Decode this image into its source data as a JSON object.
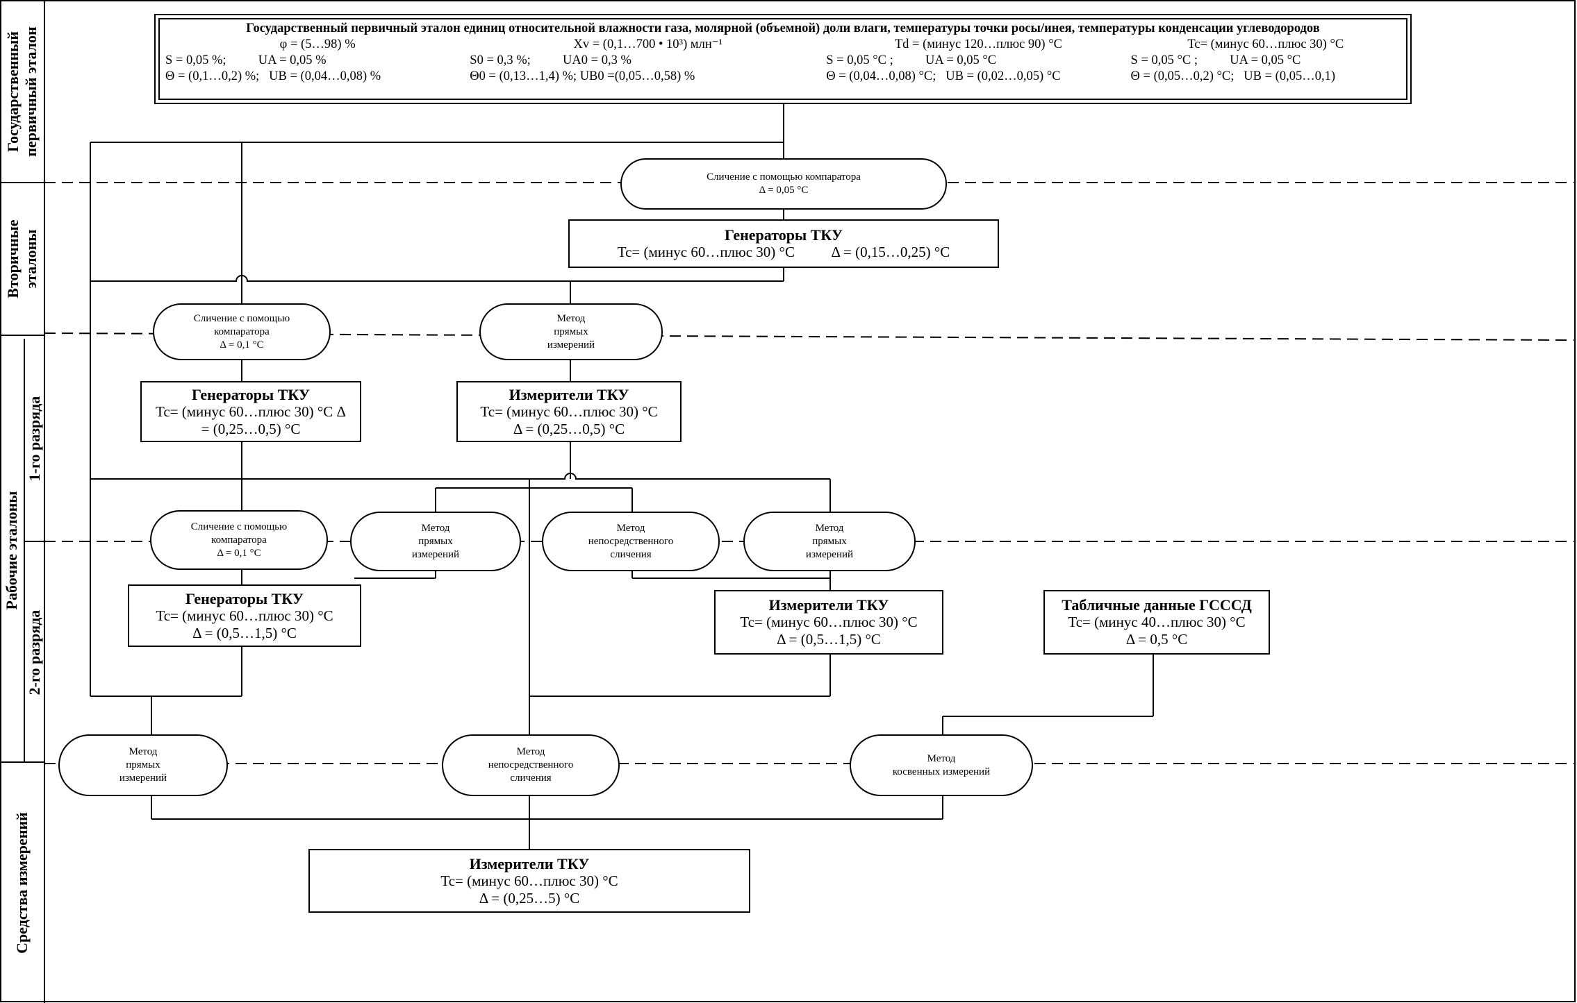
{
  "side_labels": {
    "primary": "Государственный\nпервичный эталон",
    "secondary": "Вторичные\nэталоны",
    "working": "Рабочие эталоны",
    "rank1": "1-го разряда",
    "rank2": "2-го разряда",
    "instruments": "Средства измерений"
  },
  "primary": {
    "title": "Государственный первичный эталон единиц относительной влажности газа, молярной (объемной) доли влаги, температуры точки росы/инея, температуры конденсации углеводородов",
    "ranges": [
      "φ = (5…98) %",
      "Xv = (0,1…700 • 10³) млн⁻¹",
      "Td = (минус 120…плюс 90) °С",
      "Tc= (минус 60…плюс 30) °С"
    ],
    "row_s_ua": [
      "S = 0,05 %;          UA = 0,05 %",
      "S0 = 0,3 %;          UA0 = 0,3 %",
      "S = 0,05 °С ;          UA = 0,05 °С",
      "S = 0,05 °С ;          UA = 0,05 °С"
    ],
    "row_theta_ub": [
      "Θ = (0,1…0,2) %;   UB = (0,04…0,08) %",
      "Θ0 = (0,13…1,4) %; UB0 =(0,05…0,58) %",
      "Θ = (0,04…0,08) °С;   UB = (0,02…0,05) °С",
      "Θ = (0,05…0,2) °С;   UB = (0,05…0,1)"
    ]
  },
  "methods": {
    "m1": [
      "Сличение с помощью компаратора",
      "Δ = 0,05 °С"
    ],
    "m2": [
      "Сличение с помощью",
      "компаратора",
      "Δ = 0,1 °С"
    ],
    "m3": [
      "Метод",
      "прямых",
      "измерений"
    ],
    "m4": [
      "Сличение с помощью",
      "компаратора",
      "Δ = 0,1 °С"
    ],
    "m5": [
      "Метод",
      "прямых",
      "измерений"
    ],
    "m6": [
      "Метод",
      "непосредственного",
      "сличения"
    ],
    "m7": [
      "Метод",
      "прямых",
      "измерений"
    ],
    "m8": [
      "Метод",
      "прямых",
      "измерений"
    ],
    "m9": [
      "Метод",
      "непосредственного",
      "сличения"
    ],
    "m10": [
      "Метод",
      "косвенных измерений"
    ]
  },
  "boxes": {
    "gen_secondary": {
      "title": "Генераторы ТКУ",
      "lines": [
        "Tc= (минус 60…плюс 30) °С          Δ = (0,15…0,25) °С"
      ]
    },
    "gen_r1": {
      "title": "Генераторы ТКУ",
      "lines": [
        "Tc= (минус 60…плюс 30) °С Δ",
        "= (0,25…0,5) °С"
      ]
    },
    "meas_r1": {
      "title": "Измерители ТКУ",
      "lines": [
        "Tc= (минус 60…плюс 30) °С",
        "Δ = (0,25…0,5) °С"
      ]
    },
    "gen_r2": {
      "title": "Генераторы ТКУ",
      "lines": [
        "Tc= (минус 60…плюс 30) °С",
        "Δ = (0,5…1,5) °С"
      ]
    },
    "meas_r2": {
      "title": "Измерители ТКУ",
      "lines": [
        "Tc= (минус 60…плюс 30) °С",
        "Δ = (0,5…1,5) °С"
      ]
    },
    "gsssd": {
      "title": "Табличные данные ГСССД",
      "lines": [
        "Tc= (минус 40…плюс 30) °С",
        "Δ = 0,5 °С"
      ]
    },
    "meas_instr": {
      "title": "Измерители ТКУ",
      "lines": [
        "Tc= (минус 60…плюс 30) °С",
        "Δ = (0,25…5) °С"
      ]
    }
  }
}
